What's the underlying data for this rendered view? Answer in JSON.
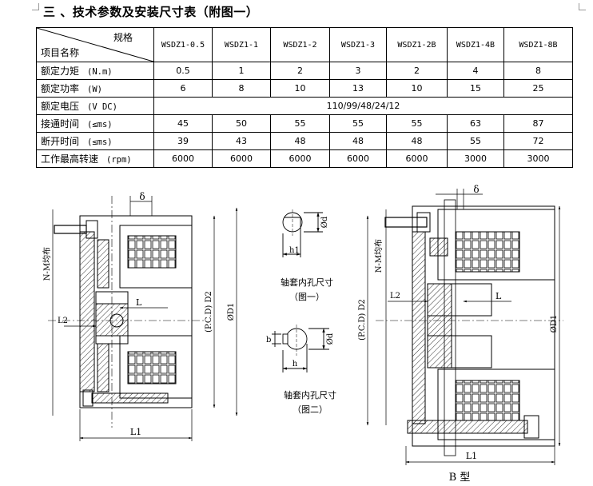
{
  "section_title": "三 、技术参数及安装尺寸表（附图一）",
  "table": {
    "header_top": "规格",
    "header_bottom": "项目名称",
    "models": [
      "WSDZ1-0.5",
      "WSDZ1-1",
      "WSDZ1-2",
      "WSDZ1-3",
      "WSDZ1-2B",
      "WSDZ1-4B",
      "WSDZ1-8B"
    ],
    "rows": [
      {
        "name": "额定力矩",
        "unit": "(N.m)",
        "values": [
          "0.5",
          "1",
          "2",
          "3",
          "2",
          "4",
          "8"
        ]
      },
      {
        "name": "额定功率",
        "unit": "(W)",
        "values": [
          "6",
          "8",
          "10",
          "13",
          "10",
          "15",
          "25"
        ]
      },
      {
        "name": "额定电压",
        "unit": "(V DC)",
        "merged": "110/99/48/24/12"
      },
      {
        "name": "接通时间",
        "unit": "(≤ms)",
        "values": [
          "45",
          "50",
          "55",
          "55",
          "55",
          "63",
          "87"
        ]
      },
      {
        "name": "断开时间",
        "unit": "(≤ms)",
        "values": [
          "39",
          "43",
          "48",
          "48",
          "48",
          "55",
          "72"
        ]
      },
      {
        "name": "工作最高转速",
        "unit": "(rpm)",
        "values": [
          "6000",
          "6000",
          "6000",
          "6000",
          "6000",
          "3000",
          "3000"
        ]
      }
    ]
  },
  "drawing_left": {
    "delta": "δ",
    "nm": "N-M均布",
    "l": "L",
    "l2": "L2",
    "l1": "L1",
    "pcd": "(P.C.D) D2",
    "od1": "ØD1"
  },
  "drawing_mid": {
    "fig1_h1": "h1",
    "fig1_od": "Ød",
    "fig1_caption": "轴套内孔尺寸",
    "fig1_sub": "（图一）",
    "fig2_b": "b",
    "fig2_h": "h",
    "fig2_od": "Ød",
    "fig2_caption": "轴套内孔尺寸",
    "fig2_sub": "（图二）"
  },
  "drawing_right": {
    "delta": "δ",
    "nm": "N-M均布",
    "l": "L",
    "l2": "L2",
    "l1": "L1",
    "pcd": "(P.C.D) D2",
    "od1": "ØD1",
    "caption": "B  型"
  }
}
